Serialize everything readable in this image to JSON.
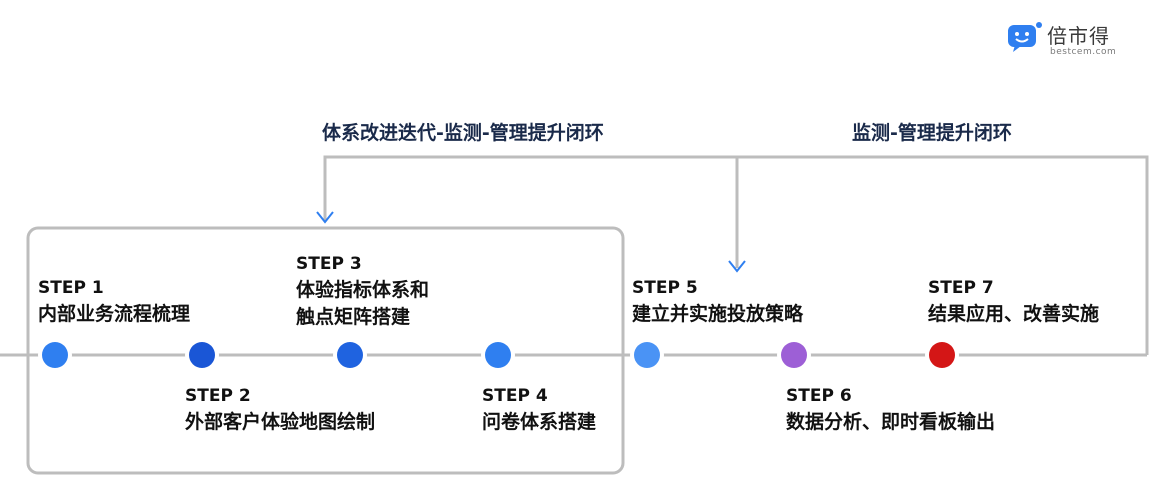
{
  "brand": {
    "name": "倍市得",
    "domain": "bestcem.com",
    "colors": {
      "logo": "#2f7ff0"
    }
  },
  "loop_labels": {
    "left": "体系改进迭代-监测-管理提升闭环",
    "right": "监测-管理提升闭环"
  },
  "steps": [
    {
      "num": "STEP 1",
      "lines": [
        "内部业务流程梳理"
      ],
      "color": "#2f7ff0"
    },
    {
      "num": "STEP 2",
      "lines": [
        "外部客户体验地图绘制"
      ],
      "color": "#1a56d6"
    },
    {
      "num": "STEP 3",
      "lines": [
        "体验指标体系和",
        "触点矩阵搭建"
      ],
      "color": "#1f63e0"
    },
    {
      "num": "STEP 4",
      "lines": [
        "问卷体系搭建"
      ],
      "color": "#2f7ff0"
    },
    {
      "num": "STEP 5",
      "lines": [
        "建立并实施投放策略"
      ],
      "color": "#4a93f5"
    },
    {
      "num": "STEP 6",
      "lines": [
        "数据分析、即时看板输出"
      ],
      "color": "#9d5fd6"
    },
    {
      "num": "STEP 7",
      "lines": [
        "结果应用、改善实施"
      ],
      "color": "#d41616"
    }
  ],
  "colors": {
    "line": "#bdbdbd",
    "arrow": "#2f7ff0",
    "text": "#111111"
  }
}
